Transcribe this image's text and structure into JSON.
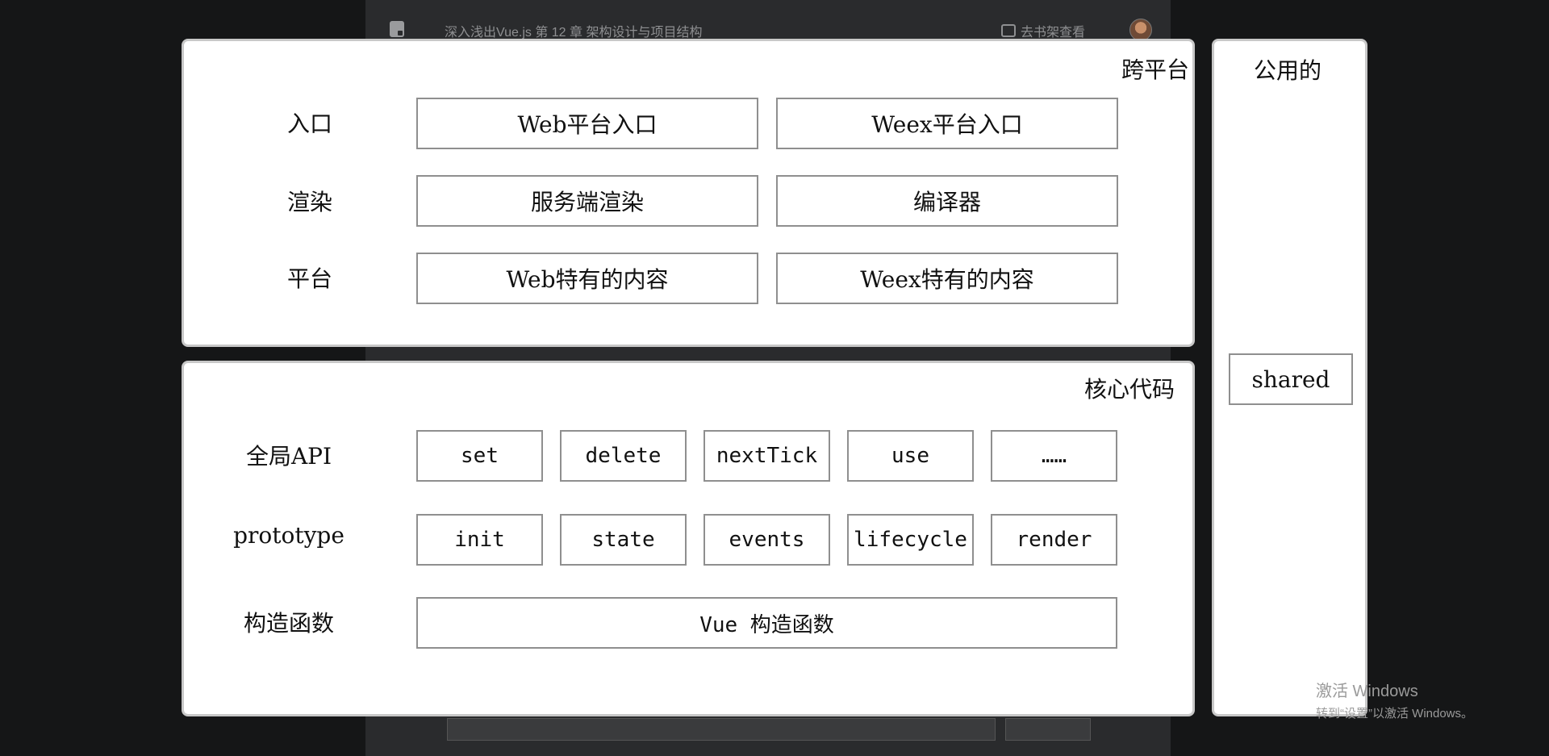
{
  "reader": {
    "doc_title": "深入浅出Vue.js 第 12 章 架构设计与项目结构",
    "shelf_label": "去书架查看"
  },
  "diagram": {
    "cross_platform": {
      "title": "跨平台",
      "rows": [
        {
          "label": "入口",
          "boxes": [
            "Web平台入口",
            "Weex平台入口"
          ]
        },
        {
          "label": "渲染",
          "boxes": [
            "服务端渲染",
            "编译器"
          ]
        },
        {
          "label": "平台",
          "boxes": [
            "Web特有的内容",
            "Weex特有的内容"
          ]
        }
      ]
    },
    "core": {
      "title": "核心代码",
      "rows": [
        {
          "label": "全局API",
          "boxes": [
            "set",
            "delete",
            "nextTick",
            "use",
            "……"
          ]
        },
        {
          "label": "prototype",
          "boxes": [
            "init",
            "state",
            "events",
            "lifecycle",
            "render"
          ]
        },
        {
          "label": "构造函数",
          "boxes": [
            "Vue 构造函数"
          ]
        }
      ]
    },
    "shared": {
      "title": "公用的",
      "box": "shared"
    }
  },
  "watermark": {
    "line1": "激活 Windows",
    "line2": "转到“设置”以激活 Windows。"
  }
}
